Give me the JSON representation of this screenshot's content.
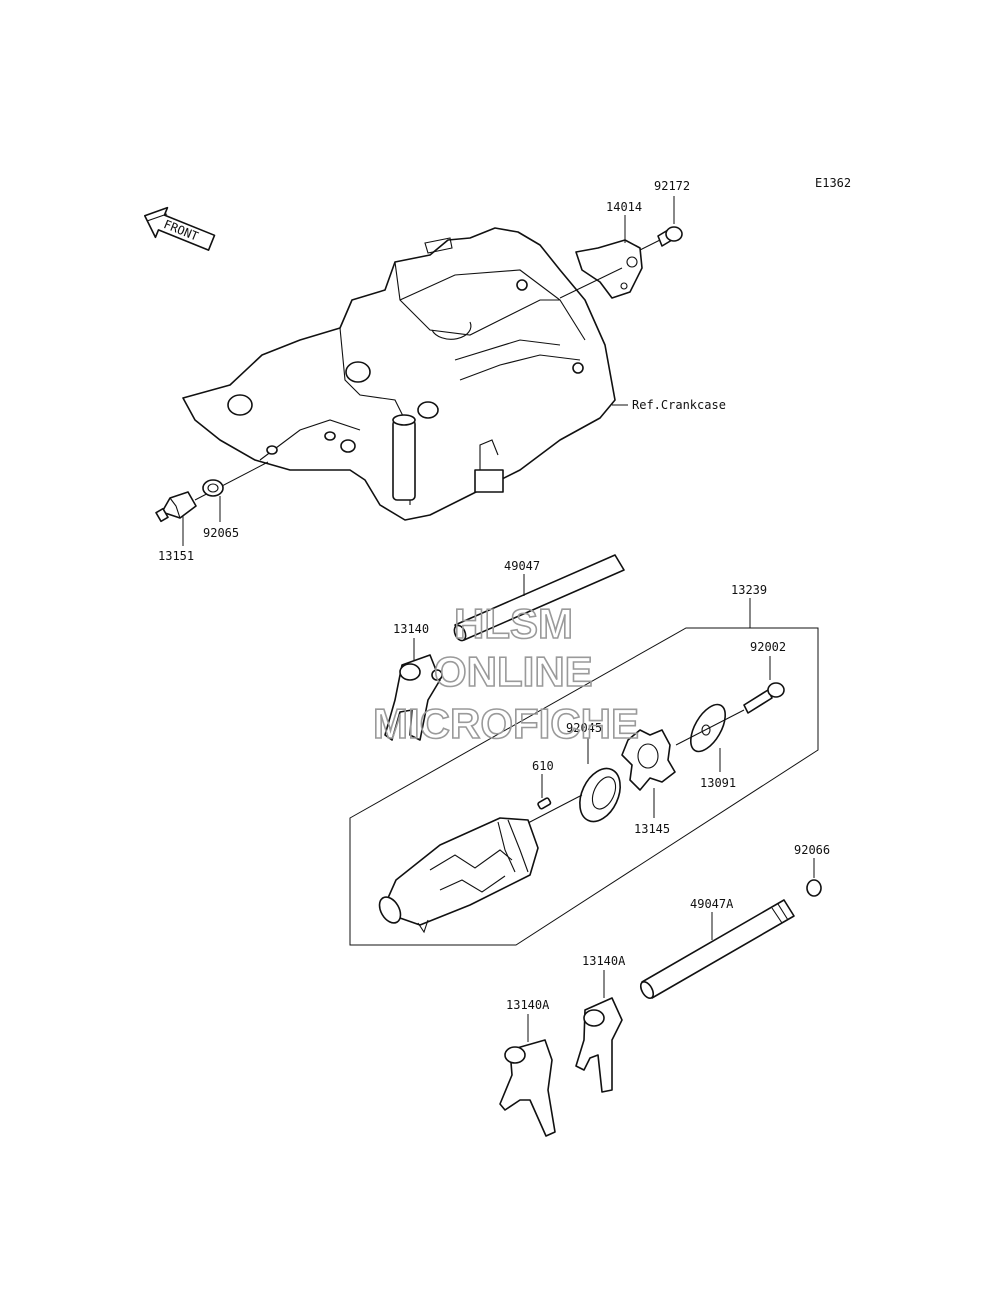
{
  "diagram_code": "E1362",
  "front_arrow": "FRONT",
  "ref_label": "Ref.Crankcase",
  "watermark": {
    "line1": "HLSM",
    "line2": "ONLINE",
    "line3": "MICROFICHE"
  },
  "parts": {
    "p92172": "92172",
    "p14014": "14014",
    "p13151": "13151",
    "p92065": "92065",
    "p49047": "49047",
    "p13239": "13239",
    "p13140": "13140",
    "p92002": "92002",
    "p92045": "92045",
    "p610": "610",
    "p13091": "13091",
    "p13145": "13145",
    "p92066": "92066",
    "p49047A": "49047A",
    "p13140A_1": "13140A",
    "p13140A_2": "13140A"
  }
}
